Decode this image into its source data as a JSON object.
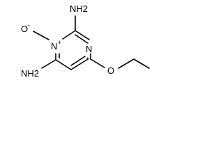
{
  "molecule": {
    "atoms": {
      "amine_top": "NH2",
      "amine_bottom": "NH2",
      "n_oxide_nitrogen": "N",
      "n_oxide_nitrogen_charge": "+",
      "n_oxide_oxygen": "O",
      "n_oxide_oxygen_charge": "-",
      "ring_nitrogen": "N",
      "ether_oxygen": "O"
    }
  }
}
